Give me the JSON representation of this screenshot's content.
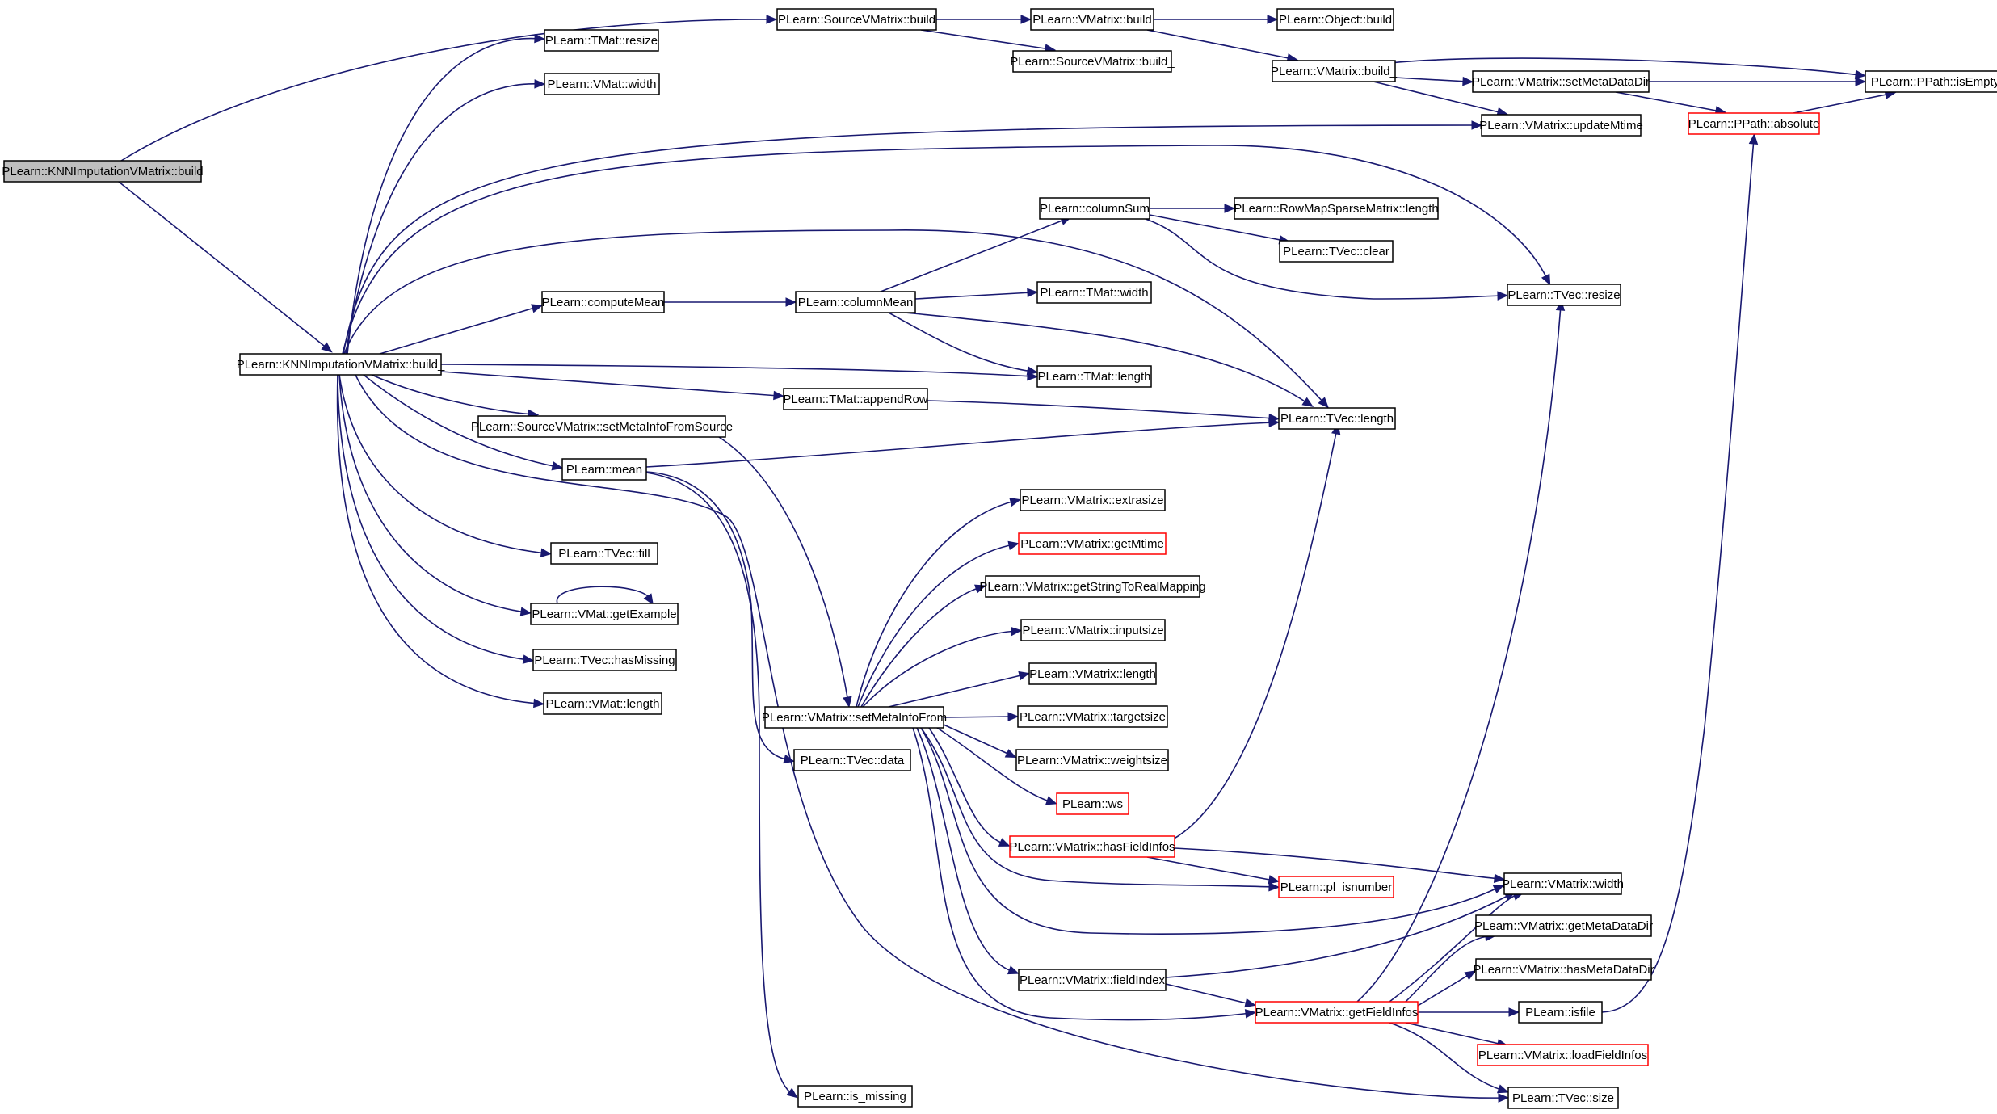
{
  "colors": {
    "edge": "#191970",
    "node_border": "#000000",
    "node_border_highlight": "#ff0000",
    "root_fill": "#bfbfbf"
  },
  "nodes": [
    {
      "id": "knn_build",
      "label": "PLearn::KNNImputationVMatrix::build",
      "style": "root"
    },
    {
      "id": "knn_build_",
      "label": "PLearn::KNNImputationVMatrix::build_"
    },
    {
      "id": "svm_build",
      "label": "PLearn::SourceVMatrix::build"
    },
    {
      "id": "vm_build",
      "label": "PLearn::VMatrix::build"
    },
    {
      "id": "obj_build",
      "label": "PLearn::Object::build"
    },
    {
      "id": "svm_build_",
      "label": "PLearn::SourceVMatrix::build_"
    },
    {
      "id": "vm_build_",
      "label": "PLearn::VMatrix::build_"
    },
    {
      "id": "setmetadatadir",
      "label": "PLearn::VMatrix::setMetaDataDir"
    },
    {
      "id": "isempty",
      "label": "PLearn::PPath::isEmpty"
    },
    {
      "id": "absolute",
      "label": "PLearn::PPath::absolute",
      "style": "red"
    },
    {
      "id": "updatemtime",
      "label": "PLearn::VMatrix::updateMtime"
    },
    {
      "id": "tmat_resize",
      "label": "PLearn::TMat::resize"
    },
    {
      "id": "vmat_width",
      "label": "PLearn::VMat::width"
    },
    {
      "id": "columnsum",
      "label": "PLearn::columnSum"
    },
    {
      "id": "rowmap_length",
      "label": "PLearn::RowMapSparseMatrix::length"
    },
    {
      "id": "tvec_clear",
      "label": "PLearn::TVec::clear"
    },
    {
      "id": "tvec_resize",
      "label": "PLearn::TVec::resize"
    },
    {
      "id": "computemean",
      "label": "PLearn::computeMean"
    },
    {
      "id": "columnmean",
      "label": "PLearn::columnMean"
    },
    {
      "id": "tmat_width",
      "label": "PLearn::TMat::width"
    },
    {
      "id": "tmat_length",
      "label": "PLearn::TMat::length"
    },
    {
      "id": "appendrow",
      "label": "PLearn::TMat::appendRow"
    },
    {
      "id": "tvec_length",
      "label": "PLearn::TVec::length"
    },
    {
      "id": "setmetainfofromsource",
      "label": "PLearn::SourceVMatrix::setMetaInfoFromSource"
    },
    {
      "id": "mean",
      "label": "PLearn::mean"
    },
    {
      "id": "extrasize",
      "label": "PLearn::VMatrix::extrasize"
    },
    {
      "id": "getmtime",
      "label": "PLearn::VMatrix::getMtime",
      "style": "red"
    },
    {
      "id": "getstr",
      "label": "PLearn::VMatrix::getStringToRealMapping"
    },
    {
      "id": "inputsize",
      "label": "PLearn::VMatrix::inputsize"
    },
    {
      "id": "vm_length",
      "label": "PLearn::VMatrix::length"
    },
    {
      "id": "targetsize",
      "label": "PLearn::VMatrix::targetsize"
    },
    {
      "id": "weightsize",
      "label": "PLearn::VMatrix::weightsize"
    },
    {
      "id": "ws",
      "label": "PLearn::ws",
      "style": "red"
    },
    {
      "id": "tvec_fill",
      "label": "PLearn::TVec::fill"
    },
    {
      "id": "getexample",
      "label": "PLearn::VMat::getExample"
    },
    {
      "id": "hasmissing",
      "label": "PLearn::TVec::hasMissing"
    },
    {
      "id": "vmat_length",
      "label": "PLearn::VMat::length"
    },
    {
      "id": "setmetainfofrom",
      "label": "PLearn::VMatrix::setMetaInfoFrom"
    },
    {
      "id": "tvec_data",
      "label": "PLearn::TVec::data"
    },
    {
      "id": "hasfieldinfos",
      "label": "PLearn::VMatrix::hasFieldInfos",
      "style": "red"
    },
    {
      "id": "pl_isnumber",
      "label": "PLearn::pl_isnumber",
      "style": "red"
    },
    {
      "id": "vm_width",
      "label": "PLearn::VMatrix::width"
    },
    {
      "id": "getmetadatadir",
      "label": "PLearn::VMatrix::getMetaDataDir"
    },
    {
      "id": "hasmetadatadir",
      "label": "PLearn::VMatrix::hasMetaDataDir"
    },
    {
      "id": "fieldindex",
      "label": "PLearn::VMatrix::fieldIndex"
    },
    {
      "id": "getfieldinfos",
      "label": "PLearn::VMatrix::getFieldInfos",
      "style": "red"
    },
    {
      "id": "isfile",
      "label": "PLearn::isfile"
    },
    {
      "id": "loadfieldinfos",
      "label": "PLearn::VMatrix::loadFieldInfos",
      "style": "red"
    },
    {
      "id": "is_missing",
      "label": "PLearn::is_missing"
    },
    {
      "id": "tvec_size",
      "label": "PLearn::TVec::size"
    }
  ],
  "edges": [
    [
      "knn_build",
      "svm_build"
    ],
    [
      "knn_build",
      "knn_build_"
    ],
    [
      "svm_build",
      "vm_build"
    ],
    [
      "svm_build",
      "svm_build_"
    ],
    [
      "vm_build",
      "obj_build"
    ],
    [
      "vm_build",
      "vm_build_"
    ],
    [
      "vm_build_",
      "isempty"
    ],
    [
      "vm_build_",
      "setmetadatadir"
    ],
    [
      "vm_build_",
      "updatemtime"
    ],
    [
      "setmetadatadir",
      "isempty"
    ],
    [
      "setmetadatadir",
      "absolute"
    ],
    [
      "absolute",
      "isempty"
    ],
    [
      "knn_build_",
      "tmat_resize"
    ],
    [
      "knn_build_",
      "vmat_width"
    ],
    [
      "knn_build_",
      "updatemtime"
    ],
    [
      "knn_build_",
      "tvec_resize"
    ],
    [
      "knn_build_",
      "tvec_length"
    ],
    [
      "knn_build_",
      "computemean"
    ],
    [
      "knn_build_",
      "tmat_length"
    ],
    [
      "knn_build_",
      "appendrow"
    ],
    [
      "knn_build_",
      "setmetainfofromsource"
    ],
    [
      "knn_build_",
      "mean"
    ],
    [
      "knn_build_",
      "tvec_fill"
    ],
    [
      "knn_build_",
      "getexample"
    ],
    [
      "knn_build_",
      "hasmissing"
    ],
    [
      "knn_build_",
      "vmat_length"
    ],
    [
      "knn_build_",
      "tvec_size"
    ],
    [
      "computemean",
      "columnmean"
    ],
    [
      "columnmean",
      "columnsum"
    ],
    [
      "columnmean",
      "tmat_width"
    ],
    [
      "columnmean",
      "tmat_length"
    ],
    [
      "columnmean",
      "tvec_length"
    ],
    [
      "columnsum",
      "rowmap_length"
    ],
    [
      "columnsum",
      "tvec_clear"
    ],
    [
      "columnsum",
      "tvec_resize"
    ],
    [
      "appendrow",
      "tvec_length"
    ],
    [
      "setmetainfofromsource",
      "setmetainfofrom"
    ],
    [
      "mean",
      "tvec_length"
    ],
    [
      "mean",
      "tvec_data"
    ],
    [
      "mean",
      "is_missing"
    ],
    [
      "getexample",
      "getexample"
    ],
    [
      "setmetainfofrom",
      "extrasize"
    ],
    [
      "setmetainfofrom",
      "getmtime"
    ],
    [
      "setmetainfofrom",
      "getstr"
    ],
    [
      "setmetainfofrom",
      "inputsize"
    ],
    [
      "setmetainfofrom",
      "vm_length"
    ],
    [
      "setmetainfofrom",
      "targetsize"
    ],
    [
      "setmetainfofrom",
      "weightsize"
    ],
    [
      "setmetainfofrom",
      "ws"
    ],
    [
      "setmetainfofrom",
      "hasfieldinfos"
    ],
    [
      "setmetainfofrom",
      "pl_isnumber"
    ],
    [
      "setmetainfofrom",
      "vm_width"
    ],
    [
      "setmetainfofrom",
      "fieldindex"
    ],
    [
      "setmetainfofrom",
      "getfieldinfos"
    ],
    [
      "hasfieldinfos",
      "tvec_length"
    ],
    [
      "hasfieldinfos",
      "vm_width"
    ],
    [
      "hasfieldinfos",
      "pl_isnumber"
    ],
    [
      "fieldindex",
      "vm_width"
    ],
    [
      "fieldindex",
      "getfieldinfos"
    ],
    [
      "getfieldinfos",
      "tvec_resize"
    ],
    [
      "getfieldinfos",
      "vm_width"
    ],
    [
      "getfieldinfos",
      "getmetadatadir"
    ],
    [
      "getfieldinfos",
      "hasmetadatadir"
    ],
    [
      "getfieldinfos",
      "isfile"
    ],
    [
      "getfieldinfos",
      "loadfieldinfos"
    ],
    [
      "getfieldinfos",
      "tvec_size"
    ],
    [
      "isfile",
      "absolute"
    ]
  ]
}
